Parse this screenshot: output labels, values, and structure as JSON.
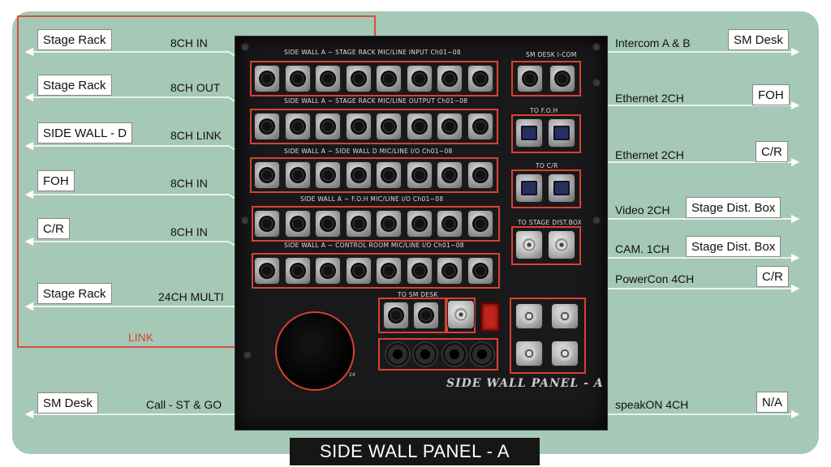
{
  "title": "SIDE WALL PANEL - A",
  "panel_name": "SIDE WALL PANEL - A",
  "link_label": "LINK",
  "colors": {
    "background": "#a6c8b6",
    "accent": "#d8422f",
    "panel": "#19191b"
  },
  "left_destinations": [
    {
      "box": "Stage Rack",
      "label": "8CH IN"
    },
    {
      "box": "Stage Rack",
      "label": "8CH OUT"
    },
    {
      "box": "SIDE WALL - D",
      "label": "8CH LINK"
    },
    {
      "box": "FOH",
      "label": "8CH IN"
    },
    {
      "box": "C/R",
      "label": "8CH IN"
    },
    {
      "box": "Stage Rack",
      "label": "24CH MULTI"
    },
    {
      "box": "SM Desk",
      "label": "Call - ST & GO"
    }
  ],
  "right_destinations": [
    {
      "box": "SM Desk",
      "label": "Intercom A & B"
    },
    {
      "box": "FOH",
      "label": "Ethernet 2CH"
    },
    {
      "box": "C/R",
      "label": "Ethernet 2CH"
    },
    {
      "box": "Stage Dist. Box",
      "label": "Video 2CH"
    },
    {
      "box": "Stage Dist. Box",
      "label": "CAM. 1CH"
    },
    {
      "box": "C/R",
      "label": "PowerCon 4CH"
    },
    {
      "box": "N/A",
      "label": "speakON 4CH"
    }
  ],
  "panel_sections": {
    "row1": "SIDE WALL A ~ STAGE RACK MIC/LINE INPUT Ch01~08",
    "row2": "SIDE WALL A ~ STAGE RACK MIC/LINE OUTPUT Ch01~08",
    "row3": "SIDE WALL A ~ SIDE WALL D MIC/LINE I/O Ch01~08",
    "row4": "SIDE WALL A ~ F.O.H MIC/LINE I/O Ch01~08",
    "row5": "SIDE WALL A ~ CONTROL ROOM MIC/LINE I/O Ch01~08",
    "intercom": "SM DESK I-COM",
    "to_foh": "TO F.O.H",
    "to_cr": "TO C/R",
    "to_stage_dist": "TO STAGE DIST.BOX",
    "to_sm_desk": "TO SM DESK",
    "multi_number": "24"
  }
}
